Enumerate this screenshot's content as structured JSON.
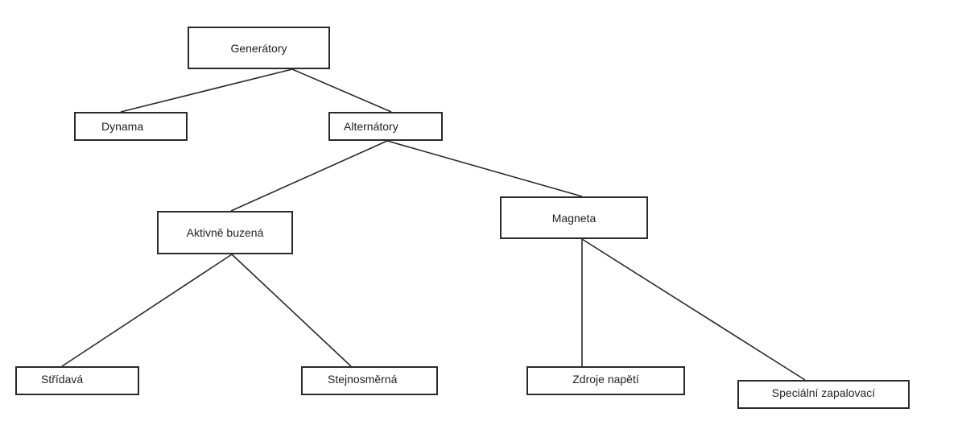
{
  "diagram": {
    "type": "tree",
    "nodes": [
      {
        "id": "generatory",
        "label": "Generátory"
      },
      {
        "id": "dynama",
        "label": "Dynama"
      },
      {
        "id": "alternatory",
        "label": "Alternátory"
      },
      {
        "id": "aktivne",
        "label": "Aktivně buzená"
      },
      {
        "id": "magneta",
        "label": "Magneta"
      },
      {
        "id": "stridava",
        "label": "Střídavá"
      },
      {
        "id": "stejnosmerna",
        "label": "Stejnosměrná"
      },
      {
        "id": "zdroje",
        "label": "Zdroje napětí"
      },
      {
        "id": "specialni",
        "label": "Speciální zapalovací"
      }
    ],
    "edges": [
      {
        "from": "generatory",
        "to": "dynama"
      },
      {
        "from": "generatory",
        "to": "alternatory"
      },
      {
        "from": "alternatory",
        "to": "aktivne"
      },
      {
        "from": "alternatory",
        "to": "magneta"
      },
      {
        "from": "aktivne",
        "to": "stridava"
      },
      {
        "from": "aktivne",
        "to": "stejnosmerna"
      },
      {
        "from": "magneta",
        "to": "zdroje"
      },
      {
        "from": "magneta",
        "to": "specialni"
      }
    ]
  }
}
